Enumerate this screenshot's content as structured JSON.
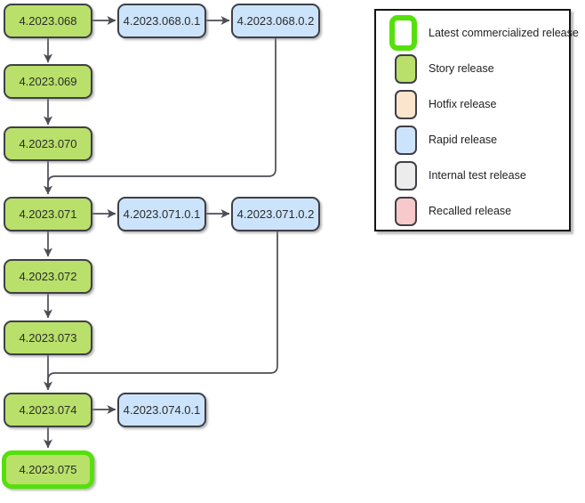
{
  "colors": {
    "story-fill": "#b9e06a",
    "rapid-fill": "#cce4fb",
    "hotfix-fill": "#fce5cd",
    "internal-fill": "#ececec",
    "recalled-fill": "#f8c9cb",
    "latest-border": "#55e00c",
    "node-border": "#3f3f47",
    "edge-color": "#4c4c54",
    "legend-border": "#141414",
    "text-color": "#2b2b2b"
  },
  "diagram": {
    "nodes": [
      {
        "label": "4.2023.068",
        "type": "story"
      },
      {
        "label": "4.2023.068.0.1",
        "type": "rapid"
      },
      {
        "label": "4.2023.068.0.2",
        "type": "rapid"
      },
      {
        "label": "4.2023.069",
        "type": "story"
      },
      {
        "label": "4.2023.070",
        "type": "story"
      },
      {
        "label": "4.2023.071",
        "type": "story"
      },
      {
        "label": "4.2023.071.0.1",
        "type": "rapid"
      },
      {
        "label": "4.2023.071.0.2",
        "type": "rapid"
      },
      {
        "label": "4.2023.072",
        "type": "story"
      },
      {
        "label": "4.2023.073",
        "type": "story"
      },
      {
        "label": "4.2023.074",
        "type": "story"
      },
      {
        "label": "4.2023.074.0.1",
        "type": "rapid"
      },
      {
        "label": "4.2023.075",
        "type": "latest-story"
      }
    ],
    "edges": [
      {
        "from": "4.2023.068",
        "to": "4.2023.068.0.1"
      },
      {
        "from": "4.2023.068.0.1",
        "to": "4.2023.068.0.2"
      },
      {
        "from": "4.2023.068",
        "to": "4.2023.069"
      },
      {
        "from": "4.2023.069",
        "to": "4.2023.070"
      },
      {
        "from": "4.2023.070",
        "to": "4.2023.071"
      },
      {
        "from": "4.2023.068.0.2",
        "to": "4.2023.071"
      },
      {
        "from": "4.2023.071",
        "to": "4.2023.071.0.1"
      },
      {
        "from": "4.2023.071.0.1",
        "to": "4.2023.071.0.2"
      },
      {
        "from": "4.2023.071",
        "to": "4.2023.072"
      },
      {
        "from": "4.2023.072",
        "to": "4.2023.073"
      },
      {
        "from": "4.2023.073",
        "to": "4.2023.074"
      },
      {
        "from": "4.2023.071.0.2",
        "to": "4.2023.074"
      },
      {
        "from": "4.2023.074",
        "to": "4.2023.074.0.1"
      },
      {
        "from": "4.2023.074",
        "to": "4.2023.075"
      }
    ]
  },
  "legend": {
    "items": [
      {
        "label": "Latest commercialized release",
        "type": "latest"
      },
      {
        "label": "Story release",
        "type": "story"
      },
      {
        "label": "Hotfix release",
        "type": "hotfix"
      },
      {
        "label": "Rapid release",
        "type": "rapid"
      },
      {
        "label": "Internal test release",
        "type": "internal"
      },
      {
        "label": "Recalled release",
        "type": "recalled"
      }
    ]
  }
}
